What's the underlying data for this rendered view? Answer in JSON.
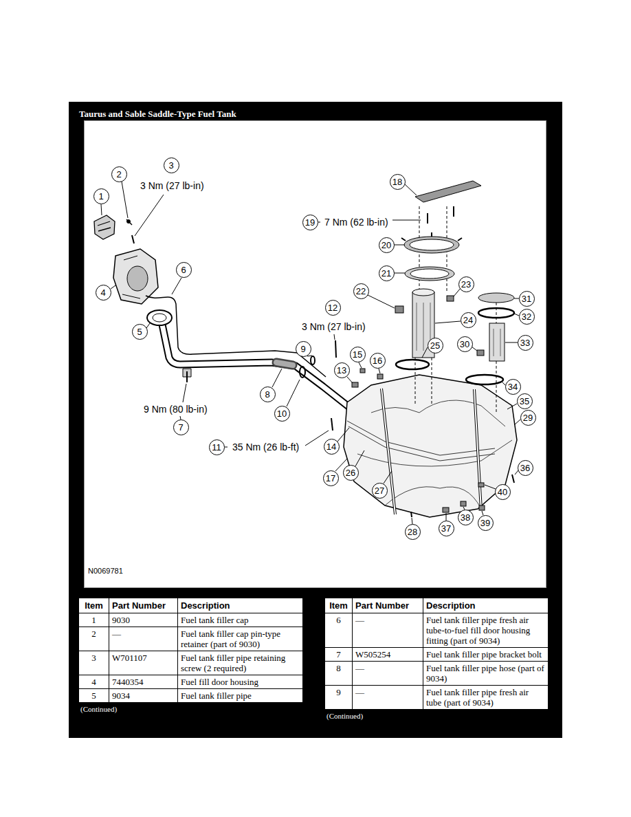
{
  "diagram": {
    "title": "Taurus and Sable Saddle-Type Fuel Tank",
    "labels": [
      "1",
      "2",
      "3",
      "3 Nm (27 lb-in)",
      "4",
      "5",
      "6",
      "7",
      "9 Nm (80 lb-in)",
      "8",
      "9",
      "10",
      "11",
      "35 Nm (26 lb-ft)",
      "12",
      "3 Nm (27 lb-in)",
      "13",
      "14",
      "15",
      "16",
      "17",
      "18",
      "19",
      "7 Nm (62 lb-in)",
      "20",
      "21",
      "22",
      "23",
      "24",
      "25",
      "26",
      "27",
      "28",
      "29",
      "30",
      "31",
      "32",
      "33",
      "34",
      "35",
      "36",
      "37",
      "38",
      "39",
      "40",
      "N0069781",
      "Item",
      "Part Number",
      "Description",
      "1",
      "9030",
      "Fuel tank filler cap",
      "2",
      "—",
      "Fuel tank filler cap pin-type retainer (part of 9030)",
      "3",
      "W701107",
      "Fuel tank filler pipe retaining screw (2 required)",
      "4",
      "7440354",
      "Fuel fill door housing",
      "5",
      "9034",
      "Fuel tank filler pipe",
      "(Continued)",
      "Item",
      "Part Number",
      "Description",
      "6",
      "—",
      "Fuel tank filler pipe fresh air tube-to-fuel fill door housing fitting (part of 9034)",
      "7",
      "W505254",
      "Fuel tank filler pipe bracket bolt",
      "8",
      "—",
      "Fuel tank filler pipe hose (part of 9034)",
      "9",
      "—",
      "Fuel tank filler pipe fresh air tube (part of 9034)",
      "(Continued)"
    ]
  }
}
